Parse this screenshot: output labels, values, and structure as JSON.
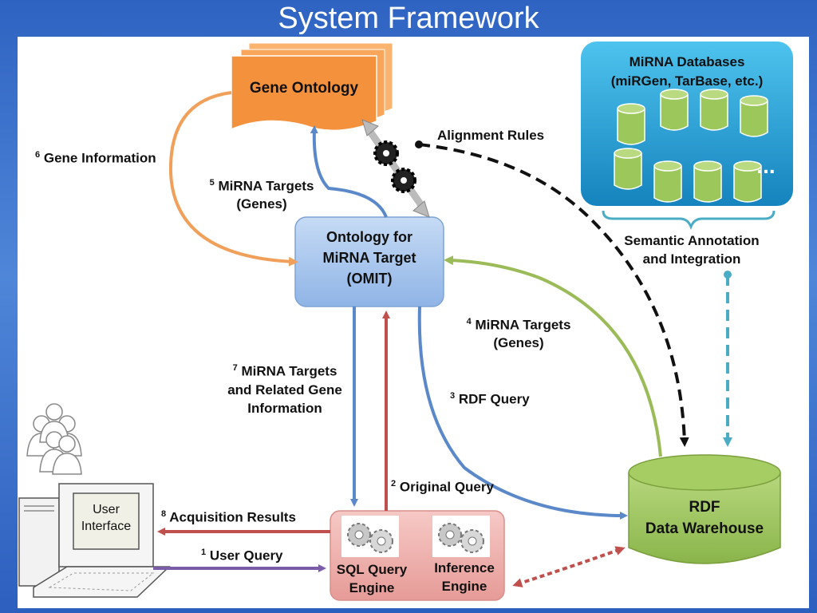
{
  "title": "System Framework",
  "nodes": {
    "gene_ontology": "Gene Ontology",
    "omit": [
      "Ontology for",
      "MiRNA Target",
      "(OMIT)"
    ],
    "mirna_databases": [
      "MiRNA Databases",
      "(miRGen, TarBase, etc.)"
    ],
    "db_ellipsis": "...",
    "semantic": [
      "Semantic Annotation",
      "and Integration"
    ],
    "rdf": [
      "RDF",
      "Data Warehouse"
    ],
    "user_interface": [
      "User",
      "Interface"
    ],
    "sql_engine": [
      "SQL Query",
      "Engine"
    ],
    "inference_engine": [
      "Inference",
      "Engine"
    ]
  },
  "labels": {
    "alignment_rules": "Alignment Rules",
    "step1": {
      "num": "1",
      "text": "User Query"
    },
    "step2": {
      "num": "2",
      "text": "Original Query"
    },
    "step3": {
      "num": "3",
      "text": "RDF Query"
    },
    "step4": {
      "num": "4",
      "lines": [
        "MiRNA Targets",
        "(Genes)"
      ]
    },
    "step5": {
      "num": "5",
      "lines": [
        "MiRNA Targets",
        "(Genes)"
      ]
    },
    "step6": {
      "num": "6",
      "text": "Gene Information"
    },
    "step7": {
      "num": "7",
      "lines": [
        "MiRNA Targets",
        "and Related Gene",
        "Information"
      ]
    },
    "step8": {
      "num": "8",
      "text": "Acquisition Results"
    }
  },
  "colors": {
    "gene_ontology": "#f4913d",
    "omit": "#a7c6ee",
    "databases": "#1fa3d8",
    "cylinder": "#9cc75a",
    "engine": "#f0b1ad",
    "blue_arrow": "#5b88c9",
    "red_arrow": "#c0504d",
    "green_arrow": "#9bbb59",
    "orange_arrow": "#f0a05a",
    "purple_arrow": "#7a5ca8",
    "teal_dashed": "#4bacc6"
  }
}
